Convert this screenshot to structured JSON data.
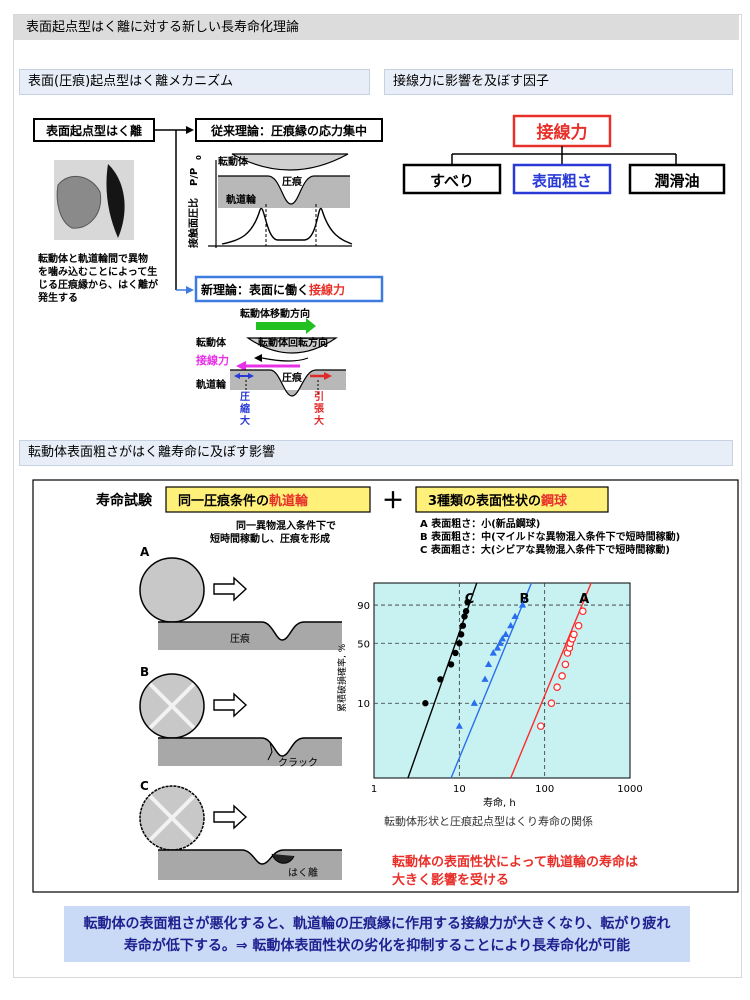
{
  "page_title": "表面起点型はく離に対する新しい長寿命化理論",
  "sections": {
    "mechanism": "表面(圧痕)起点型はく離メカニズム",
    "factors": "接線力に影響を及ぼす因子",
    "influence": "転動体表面粗さがはく離寿命に及ぼす影響"
  },
  "mechanism": {
    "start_box": "表面起点型はく離",
    "old_theory": "従来理論：圧痕縁の応力集中",
    "new_theory_prefix": "新理論：表面に働く",
    "new_theory_highlight": "接線力",
    "description_lines": [
      "転動体と軌道輪間で異物",
      "を噛み込むことによって生",
      "じる圧痕縁から、はく離が",
      "発生する"
    ],
    "old_diagram": {
      "rolling_body": "転動体",
      "indent": "圧痕",
      "raceway": "軌道輪",
      "yaxis": "接触面圧比",
      "yaxis_ratio": "P/P",
      "yaxis_sub": "0"
    },
    "new_diagram": {
      "move_dir": "転動体移動方向",
      "rolling_body": "転動体",
      "rotation_dir": "転動体回転方向",
      "tangential": "接線力",
      "raceway": "軌道輪",
      "indent": "圧痕",
      "compress": [
        "圧",
        "縮",
        "大"
      ],
      "tension": [
        "引",
        "張",
        "大"
      ]
    }
  },
  "factors": {
    "root": "接線力",
    "children": [
      "すべり",
      "表面粗さ",
      "潤滑油"
    ]
  },
  "life_test": {
    "title": "寿命試験",
    "box1_prefix": "同一圧痕条件の",
    "box1_highlight": "軌道輪",
    "plus": "＋",
    "box2_prefix": "3種類の表面性状の",
    "box2_highlight": "鋼球",
    "cond_lines": [
      "同一異物混入条件下で",
      "短時間稼動し、圧痕を形成"
    ],
    "ball_types": [
      "A 表面粗さ：小(新品鋼球)",
      "B 表面粗さ：中(マイルドな異物混入条件下で短時間稼動)",
      "C 表面粗さ：大(シビアな異物混入条件下で短時間稼動)"
    ],
    "panels": [
      {
        "letter": "A",
        "label": "圧痕"
      },
      {
        "letter": "B",
        "label": "クラック"
      },
      {
        "letter": "C",
        "label": "はく離"
      }
    ],
    "highlight_lines": [
      "転動体の表面性状によって軌道輪の寿命は",
      "大きく影響を受ける"
    ]
  },
  "chart_data": {
    "type": "scatter",
    "title": "",
    "caption": "転動体形状と圧痕起点型はくり寿命の関係",
    "xlabel": "寿命, h",
    "ylabel": "累積破損確率, %",
    "xscale": "log",
    "yscale": "weibull",
    "xlim": [
      1,
      1000
    ],
    "x_ticks": [
      "1",
      "10",
      "100",
      "1000"
    ],
    "y_ticks": [
      "10",
      "50",
      "90"
    ],
    "grid": "dashed",
    "colors": {
      "A": "#ff2a2a",
      "B": "#2a6ef0",
      "C": "#000000",
      "background": "#c8f2f2"
    },
    "series": [
      {
        "name": "A",
        "marker": "open-circle",
        "x": [
          90,
          120,
          140,
          160,
          175,
          185,
          195,
          200,
          210,
          220,
          250,
          280
        ],
        "y": [
          5,
          10,
          16,
          22,
          30,
          40,
          45,
          50,
          55,
          60,
          70,
          85
        ]
      },
      {
        "name": "B",
        "marker": "triangle",
        "x": [
          10,
          15,
          20,
          22,
          25,
          28,
          30,
          32,
          35,
          40,
          45,
          55
        ],
        "y": [
          5,
          10,
          20,
          30,
          40,
          45,
          50,
          55,
          60,
          70,
          80,
          90
        ]
      },
      {
        "name": "C",
        "marker": "dot",
        "x": [
          4,
          6,
          8,
          9,
          10,
          10.5,
          11,
          11.5,
          12,
          12.5
        ],
        "y": [
          10,
          20,
          30,
          40,
          50,
          60,
          70,
          80,
          85,
          92
        ]
      }
    ],
    "fit_lines": [
      {
        "name": "A",
        "x": [
          40,
          350
        ],
        "y": [
          1,
          99
        ]
      },
      {
        "name": "B",
        "x": [
          8,
          70
        ],
        "y": [
          1,
          99
        ]
      },
      {
        "name": "C",
        "x": [
          2.5,
          16
        ],
        "y": [
          1,
          99
        ]
      }
    ]
  },
  "conclusion_lines": [
    "転動体の表面粗さが悪化すると、軌道輪の圧痕縁に作用する接線力が大きくなり、転がり疲れ",
    "寿命が低下する。⇒ 転動体表面性状の劣化を抑制することにより長寿命化が可能"
  ]
}
